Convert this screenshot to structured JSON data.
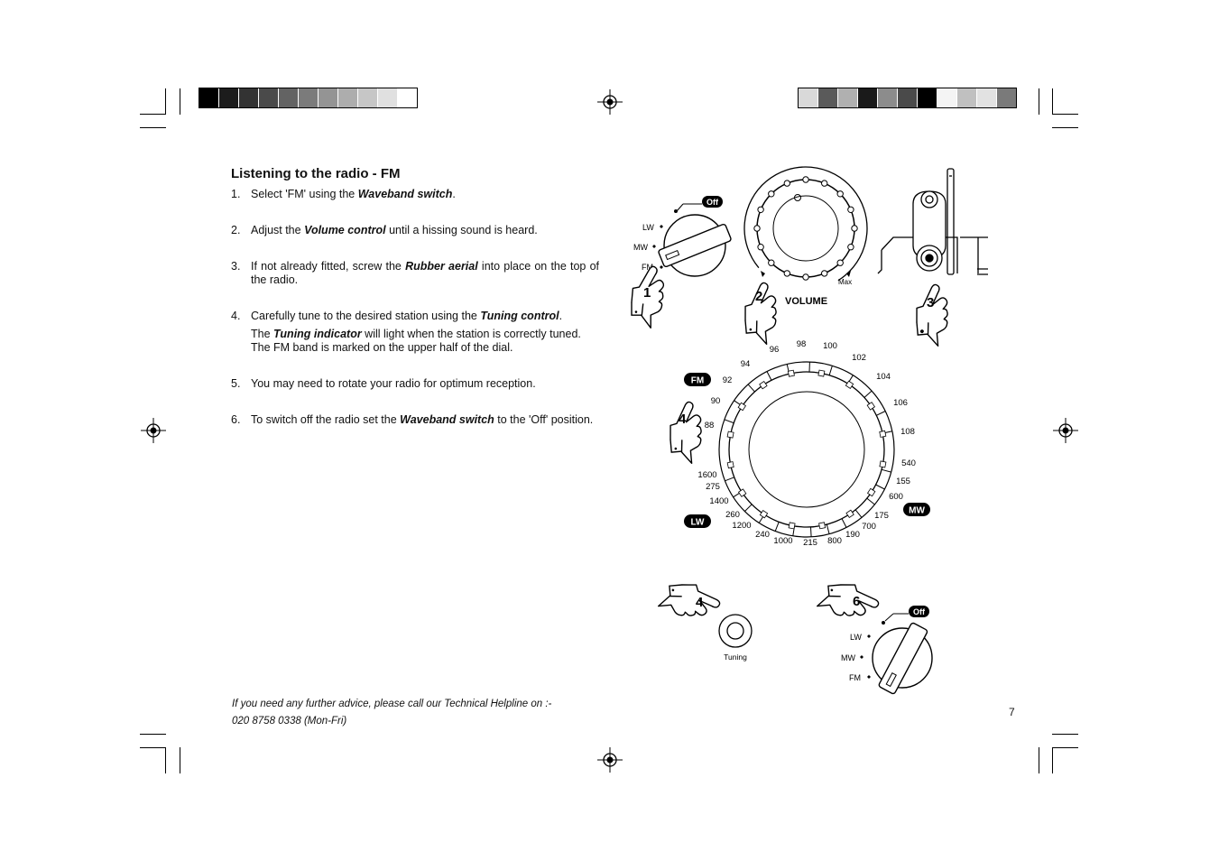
{
  "page": {
    "title": "Listening to the radio - FM",
    "steps": [
      {
        "number": "1.",
        "parts": [
          "Select 'FM' using the ",
          "Waveband switch",
          "."
        ]
      },
      {
        "number": "2.",
        "parts": [
          "Adjust the ",
          "Volume control",
          " until a hissing sound is heard."
        ]
      },
      {
        "number": "3.",
        "parts": [
          "If not already fitted, screw the ",
          "Rubber aerial",
          " into place on the top of the radio."
        ]
      },
      {
        "number": "4.",
        "parts": [
          "Carefully tune to the desired station using the ",
          "Tuning control",
          "."
        ],
        "extra": [
          "The ",
          "Tuning indicator",
          " will light when the station is correctly tuned. The FM band is marked on the upper half of the dial."
        ]
      },
      {
        "number": "5.",
        "parts": [
          "You may need to rotate your radio for optimum reception.",
          "",
          ""
        ]
      },
      {
        "number": "6.",
        "parts": [
          "To switch off the radio set the ",
          "Waveband switch",
          "  to the 'Off' position."
        ]
      }
    ],
    "footer_line1": "If you need any further advice, please call our Technical Helpline on :-",
    "footer_line2": "020 8758 0338 (Mon-Fri)",
    "page_number": "7"
  },
  "swatches": {
    "left": [
      "#000000",
      "#1c1c1c",
      "#333333",
      "#4a4a4a",
      "#636363",
      "#7b7b7b",
      "#949494",
      "#adadad",
      "#c6c6c6",
      "#e0e0e0",
      "#ffffff"
    ],
    "right": [
      "#d9d9d9",
      "#5a5a5a",
      "#b0b0b0",
      "#1a1a1a",
      "#8c8c8c",
      "#4a4a4a",
      "#000000",
      "#f4f4f4",
      "#c0c0c0",
      "#e2e2e2",
      "#7a7a7a"
    ]
  },
  "figures": {
    "waveband_switch": {
      "off": "Off",
      "lw": "LW",
      "mw": "MW",
      "fm": "FM",
      "step": "1"
    },
    "volume": {
      "label": "VOLUME",
      "max": "Max",
      "step": "2"
    },
    "aerial": {
      "step": "3"
    },
    "tuning_dial": {
      "fm_badge": "FM",
      "mw_badge": "MW",
      "lw_badge": "LW",
      "step": "4",
      "fm_scale": [
        "88",
        "90",
        "92",
        "94",
        "96",
        "98",
        "100",
        "102",
        "104",
        "106",
        "108"
      ],
      "mw_khz": [
        "540",
        "600",
        "700",
        "800",
        "1000",
        "1200",
        "1400",
        "1600"
      ],
      "mw_m": [
        "155",
        "175",
        "190",
        "215",
        "240",
        "260",
        "275"
      ]
    },
    "tuning_knob": {
      "label": "Tuning",
      "step": "4"
    },
    "off_switch": {
      "off": "Off",
      "lw": "LW",
      "mw": "MW",
      "fm": "FM",
      "step": "6"
    }
  }
}
